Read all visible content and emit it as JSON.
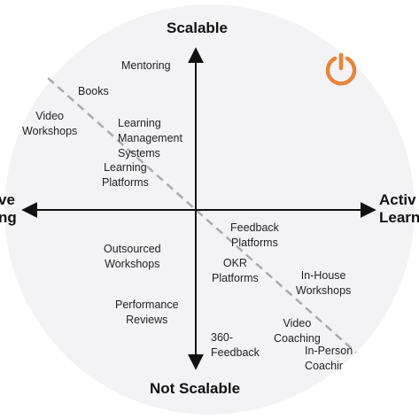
{
  "axes": {
    "top": "Scalable",
    "bottom": "Not Scalable",
    "left": "ve\nng",
    "right": "Activ\nLearn"
  },
  "items": {
    "mentoring": "Mentoring",
    "books": "Books",
    "video_workshops": "Video\nWorkshops",
    "lms": "Learning\nManagement\nSystems",
    "learning_platforms": "Learning\nPlatforms",
    "feedback_platforms": "Feedback\nPlatforms",
    "outsourced_workshops": "Outsourced\nWorkshops",
    "okr_platforms": "OKR\nPlatforms",
    "inhouse_workshops": "In-House\nWorkshops",
    "performance_reviews": "Performance\nReviews",
    "video_coaching": "Video\nCoaching",
    "feedback_360": "360-\nFeedback",
    "inperson_coaching": "In-Person\nCoachir"
  },
  "colors": {
    "background_circle": "#f3f3f6",
    "axis": "#111111",
    "diagonal": "#aaaaaa",
    "logo_accent": "#e8853a"
  },
  "icons": {
    "logo": "power-icon"
  }
}
